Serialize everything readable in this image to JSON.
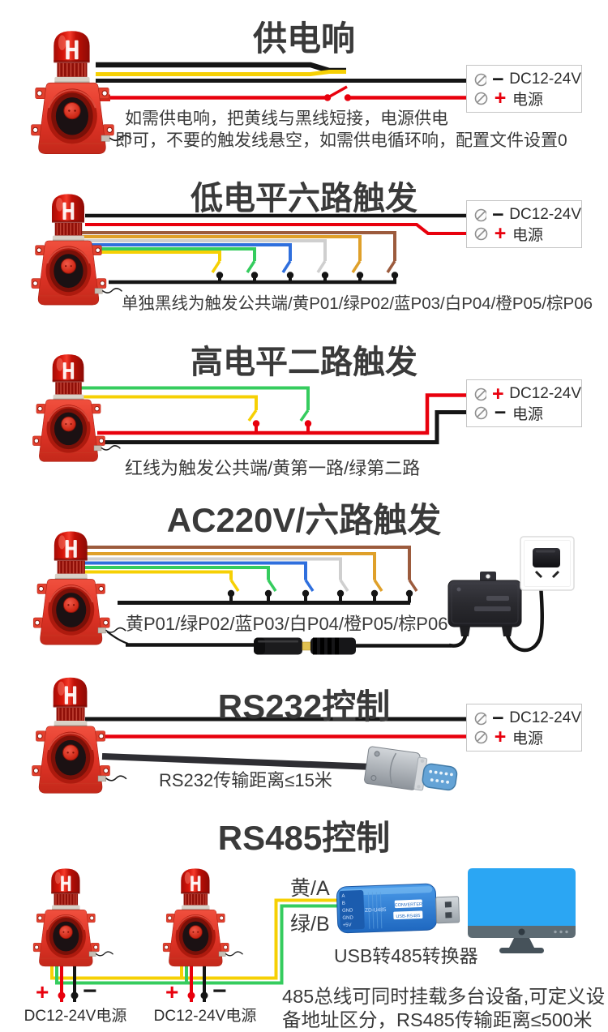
{
  "colors": {
    "device_red": "#e03427",
    "wire_black": "#151515",
    "wire_red": "#e8000d",
    "wire_yellow": "#f6d004",
    "wire_green": "#35cc5e",
    "wire_blue": "#2f6fdd",
    "wire_white": "#cfcfcf",
    "wire_orange": "#dfa02a",
    "wire_brown": "#9c5b3d",
    "converter_blue": "#2f7fd0",
    "monitor_screen": "#2ba6f3"
  },
  "sections": {
    "s1": {
      "title": "供电响",
      "terminal": {
        "rows": [
          {
            "sign": "−",
            "label": "DC12-24V"
          },
          {
            "sign": "+",
            "label": "电源"
          }
        ]
      },
      "note_line1": "如需供电响，把黄线与黑线短接，电源供电",
      "note_line2": "即可，不要的触发线悬空，如需供电循环响，配置文件设置0"
    },
    "s2": {
      "title": "低电平六路触发",
      "terminal": {
        "rows": [
          {
            "sign": "−",
            "label": "DC12-24V"
          },
          {
            "sign": "+",
            "label": "电源"
          }
        ]
      },
      "note": "单独黑线为触发公共端/黄P01/绿P02/蓝P03/白P04/橙P05/棕P06"
    },
    "s3": {
      "title": "高电平二路触发",
      "terminal": {
        "rows": [
          {
            "sign": "+",
            "label": "DC12-24V"
          },
          {
            "sign": "−",
            "label": "电源"
          }
        ]
      },
      "note": "红线为触发公共端/黄第一路/绿第二路"
    },
    "s4": {
      "title": "AC220V/六路触发",
      "note": "黄P01/绿P02/蓝P03/白P04/橙P05/棕P06"
    },
    "s5": {
      "title": "RS232控制",
      "terminal": {
        "rows": [
          {
            "sign": "−",
            "label": "DC12-24V"
          },
          {
            "sign": "+",
            "label": "电源"
          }
        ]
      },
      "note": "RS232传输距离≤15米"
    },
    "s6": {
      "title": "RS485控制",
      "label_a": "黄/A",
      "label_b": "绿/B",
      "converter_caption": "USB转485转换器",
      "converter": {
        "model": "ZD-U485",
        "tag1": "CONVERTER",
        "tag2": "USB-RS485",
        "pins": [
          "A",
          "B",
          "GND",
          "GND",
          "+5V"
        ]
      },
      "psu_a": {
        "plus": "+",
        "minus": "−",
        "label": "DC12-24V电源"
      },
      "psu_b": {
        "plus": "+",
        "minus": "−",
        "label": "DC12-24V电源"
      },
      "note_line1": "485总线可同时挂载多台设备,可定义设",
      "note_line2": "备地址区分，RS485传输距离≤500米"
    }
  }
}
